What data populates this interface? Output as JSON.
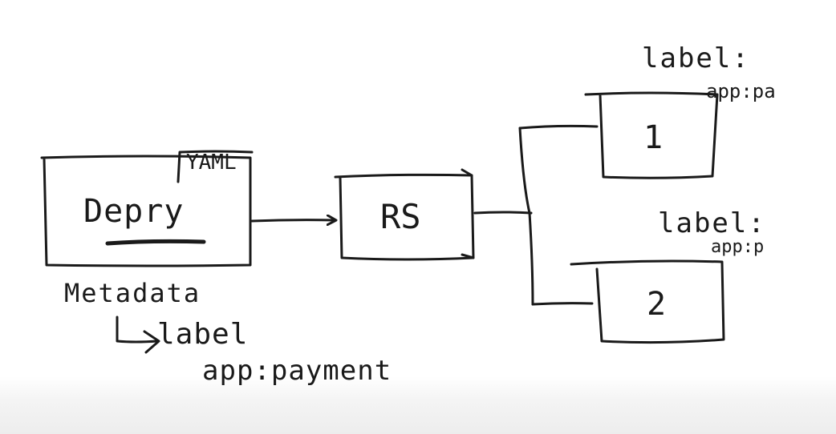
{
  "deployment": {
    "title": "Depry",
    "badge": "YAML",
    "metadata_title": "Metadata",
    "label_key": "label",
    "label_value": "app:payment"
  },
  "replicaset": {
    "title": "RS"
  },
  "pods": [
    {
      "number": "1",
      "label_key": "label:",
      "label_value": "app:pa"
    },
    {
      "number": "2",
      "label_key": "label:",
      "label_value": "app:p"
    }
  ],
  "colors": {
    "ink": "#1a1a1a",
    "background": "#ffffff"
  }
}
